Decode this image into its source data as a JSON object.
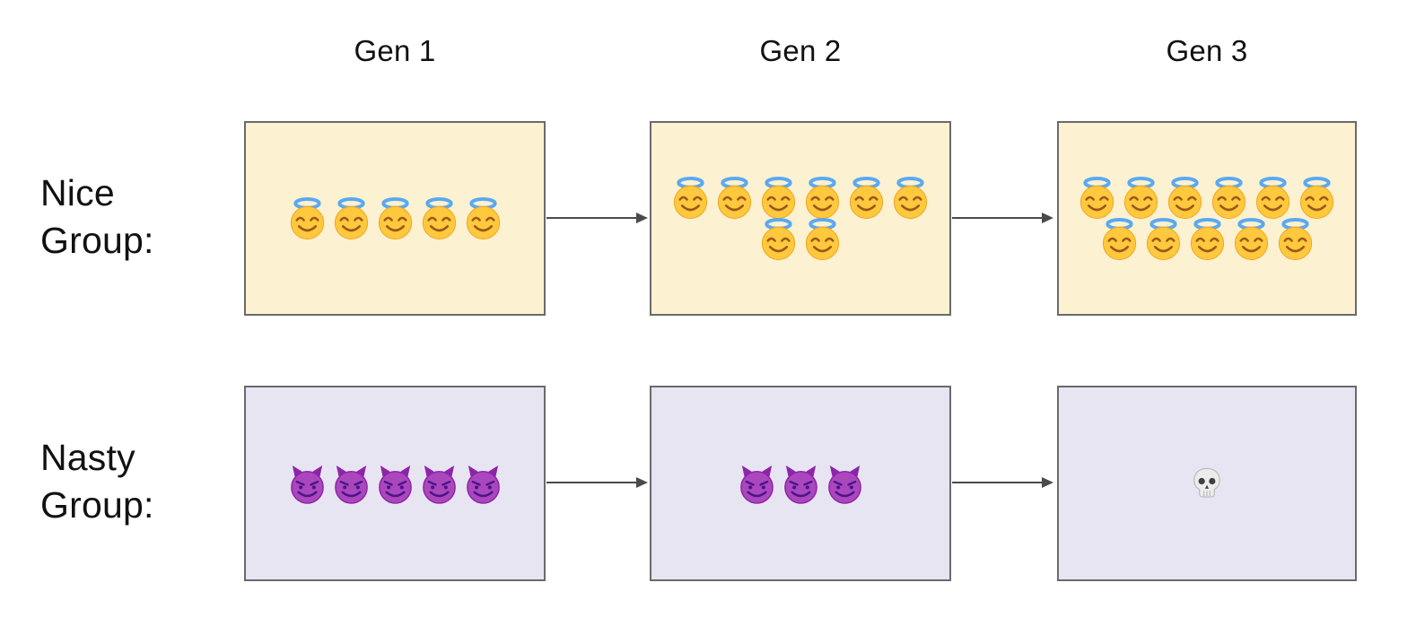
{
  "diagram": {
    "background": "#ffffff",
    "arrow_color": "#4a4a4a",
    "columns": [
      "Gen 1",
      "Gen 2",
      "Gen 3"
    ],
    "groups": [
      {
        "name": "Nice Group:",
        "label_lines": [
          "Nice",
          "Group:"
        ],
        "box_fill": "#fcf1d1",
        "box_border": "#6a6a6a",
        "icon": "angel-halo-face-icon",
        "emoji": "😇",
        "generations": [
          {
            "column": "Gen 1",
            "count": 5,
            "row_layout": [
              5
            ]
          },
          {
            "column": "Gen 2",
            "count": 8,
            "row_layout": [
              6,
              2
            ]
          },
          {
            "column": "Gen 3",
            "count": 11,
            "row_layout": [
              6,
              5
            ]
          }
        ]
      },
      {
        "name": "Nasty Group:",
        "label_lines": [
          "Nasty",
          "Group:"
        ],
        "box_fill": "#e7e5f2",
        "box_border": "#6a6a6a",
        "icon": "devil-face-icon",
        "emoji": "😈",
        "generations": [
          {
            "column": "Gen 1",
            "count": 5,
            "row_layout": [
              5
            ]
          },
          {
            "column": "Gen 2",
            "count": 3,
            "row_layout": [
              3
            ]
          },
          {
            "column": "Gen 3",
            "count": 1,
            "row_layout": [
              1
            ],
            "icon": "skull-icon",
            "emoji": "💀"
          }
        ]
      }
    ]
  }
}
